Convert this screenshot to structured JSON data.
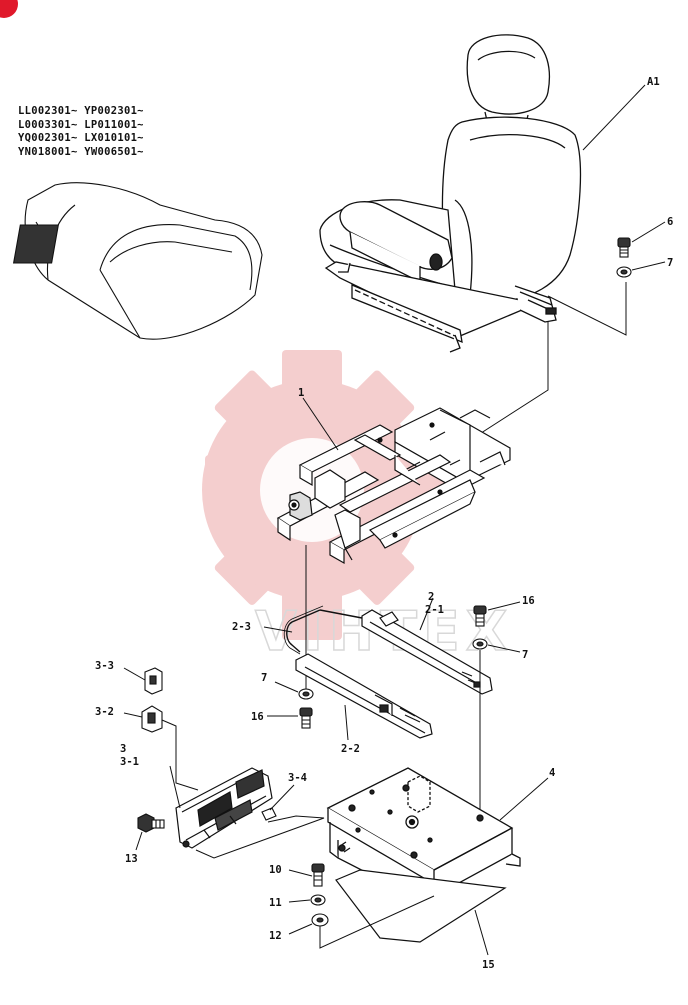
{
  "serial_ranges": [
    "LL002301~ YP002301~",
    "L0003301~ LP011001~",
    "YQ002301~ LX010101~",
    "YN018001~ YW006501~"
  ],
  "watermark_text": "VIHTEX",
  "callouts": {
    "A1": "A1",
    "c1": "1",
    "c2": "2",
    "c2_1": "2-1",
    "c2_2": "2-2",
    "c2_3": "2-3",
    "c3": "3",
    "c3_1": "3-1",
    "c3_2": "3-2",
    "c3_3": "3-3",
    "c3_4": "3-4",
    "c4": "4",
    "c6": "6",
    "c7a": "7",
    "c7b": "7",
    "c7c": "7",
    "c10": "10",
    "c11": "11",
    "c12": "12",
    "c13": "13",
    "c15": "15",
    "c16a": "16",
    "c16b": "16"
  },
  "colors": {
    "line": "#111111",
    "watermark_gear": "#f3c6c6",
    "corner_badge": "#e0192b"
  }
}
